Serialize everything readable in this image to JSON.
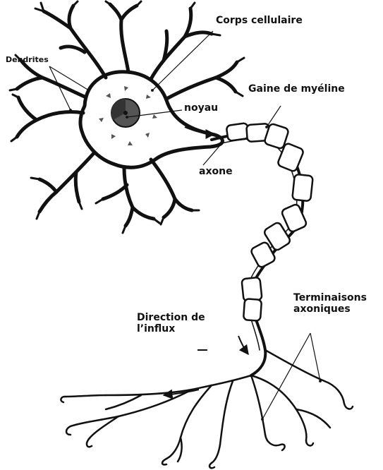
{
  "labels": {
    "dendrites": "Dendrites",
    "corps_cellulaire": "Corps cellulaire",
    "gaine_myeline": "Gaine de myéline",
    "noyau": "noyau",
    "axone": "axone",
    "terminaisons_line1": "Terminaisons",
    "terminaisons_line2": "axoniques",
    "direction_line1": "Direction de",
    "direction_line2": "l’influx"
  },
  "colors": {
    "ink": "#111111",
    "nucleus": "#555555",
    "background": "#ffffff"
  }
}
